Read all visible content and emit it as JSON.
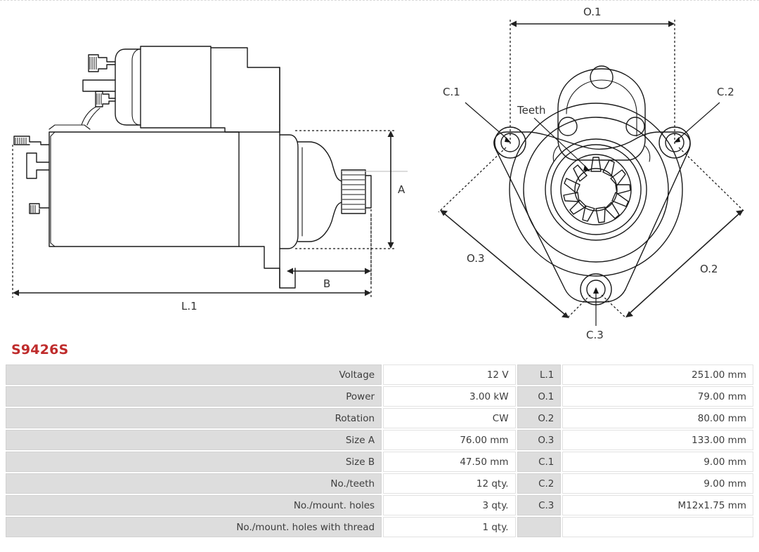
{
  "part": {
    "code": "S9426S",
    "code_color": "#bf2c2c"
  },
  "drawings": {
    "side_view": {
      "name": "starter-motor-side-view",
      "dimension_labels": {
        "length": "L.1",
        "size_a": "A",
        "size_b": "B"
      }
    },
    "front_view": {
      "name": "starter-motor-front-view",
      "dimension_labels": {
        "o1": "O.1",
        "o2": "O.2",
        "o3": "O.3",
        "c1": "C.1",
        "c2": "C.2",
        "c3": "C.3",
        "teeth": "Teeth"
      }
    }
  },
  "spec_table": {
    "rows": [
      {
        "label": "Voltage",
        "value": "12 V",
        "code": "L.1",
        "code_value": "251.00 mm"
      },
      {
        "label": "Power",
        "value": "3.00 kW",
        "code": "O.1",
        "code_value": "79.00 mm"
      },
      {
        "label": "Rotation",
        "value": "CW",
        "code": "O.2",
        "code_value": "80.00 mm"
      },
      {
        "label": "Size A",
        "value": "76.00 mm",
        "code": "O.3",
        "code_value": "133.00 mm"
      },
      {
        "label": "Size B",
        "value": "47.50 mm",
        "code": "C.1",
        "code_value": "9.00 mm"
      },
      {
        "label": "No./teeth",
        "value": "12 qty.",
        "code": "C.2",
        "code_value": "9.00 mm"
      },
      {
        "label": "No./mount. holes",
        "value": "3 qty.",
        "code": "C.3",
        "code_value": "M12x1.75 mm"
      },
      {
        "label": "No./mount. holes with thread",
        "value": "1 qty.",
        "code": "",
        "code_value": ""
      }
    ]
  }
}
